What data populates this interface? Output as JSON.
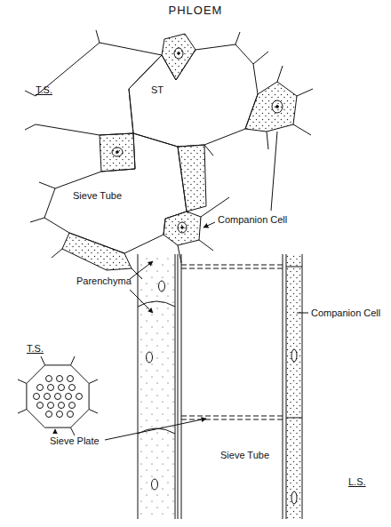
{
  "diagram": {
    "title": "PHLOEM",
    "labels": [
      "T.S.",
      "ST",
      "Sieve Tube",
      "Companion Cell",
      "Parenchyma",
      "Companion Cell",
      "T.S.",
      "Sieve Plate",
      "Sieve Tube",
      "L.S."
    ]
  }
}
